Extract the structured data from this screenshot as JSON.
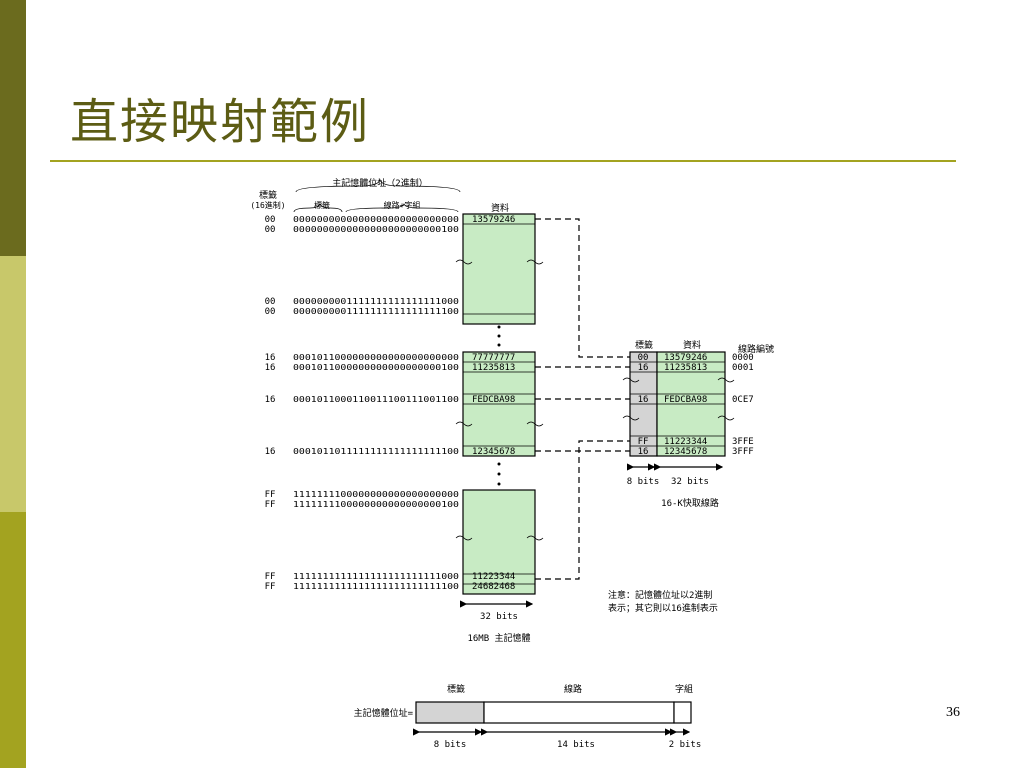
{
  "title": "直接映射範例",
  "page_number": "36",
  "diagram": {
    "main_header": "主記憶體位址（2進制）",
    "tag_col_header": "標籤",
    "tag_col_sub": "(16進制)",
    "sub_tag": "標籤",
    "sub_line_word": "線路+字組",
    "data_header": "資料",
    "rows": [
      {
        "tag": "00",
        "bits": "0000000000000000000000000000",
        "data": "13579246"
      },
      {
        "tag": "00",
        "bits": "0000000000000000000000000100",
        "data": ""
      },
      {
        "tag": "00",
        "bits": "0000000001111111111111111000",
        "data": ""
      },
      {
        "tag": "00",
        "bits": "0000000001111111111111111100",
        "data": ""
      },
      {
        "tag": "16",
        "bits": "0001011000000000000000000000",
        "data": "77777777"
      },
      {
        "tag": "16",
        "bits": "0001011000000000000000000100",
        "data": "11235813"
      },
      {
        "tag": "16",
        "bits": "0001011000110011100111001100",
        "data": "FEDCBA98"
      },
      {
        "tag": "16",
        "bits": "0001011011111111111111111100",
        "data": "12345678"
      },
      {
        "tag": "FF",
        "bits": "1111111100000000000000000000",
        "data": ""
      },
      {
        "tag": "FF",
        "bits": "1111111100000000000000000100",
        "data": ""
      },
      {
        "tag": "FF",
        "bits": "1111111111111111111111111000",
        "data": "11223344"
      },
      {
        "tag": "FF",
        "bits": "1111111111111111111111111100",
        "data": "24682468"
      }
    ],
    "mem_width_label": "32 bits",
    "mem_caption": "16MB 主記憶體",
    "cache_tag_header": "標籤",
    "cache_data_header": "資料",
    "cache_line_header": "線路編號",
    "cache_rows": [
      {
        "tag": "00",
        "data": "13579246",
        "line": "0000"
      },
      {
        "tag": "16",
        "data": "11235813",
        "line": "0001"
      },
      {
        "tag": "16",
        "data": "FEDCBA98",
        "line": "0CE7"
      },
      {
        "tag": "FF",
        "data": "11223344",
        "line": "3FFE"
      },
      {
        "tag": "16",
        "data": "12345678",
        "line": "3FFF"
      }
    ],
    "cache_tag_width": "8 bits",
    "cache_data_width": "32 bits",
    "cache_caption": "16-K快取線路",
    "note_line1": "注意：記憶體位址以2進制",
    "note_line2": "表示；其它則以16進制表示",
    "addr_label": "主記憶體位址=",
    "addr_tag": "標籤",
    "addr_line": "線路",
    "addr_word": "字組",
    "addr_tag_bits": "8 bits",
    "addr_line_bits": "14 bits",
    "addr_word_bits": "2 bits"
  }
}
